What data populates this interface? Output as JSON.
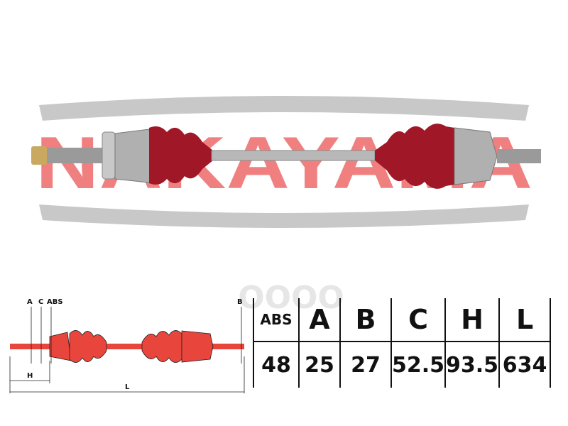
{
  "brand": {
    "name": "NAKAYAMA",
    "color": "#f08080",
    "stripe_color": "#c8c8c8"
  },
  "watermark": {
    "text": "ОООО",
    "color": "#e6e6e6"
  },
  "product": {
    "part_color": "#a01828",
    "metal_color": "#b0b0b0"
  },
  "diagram": {
    "labels": {
      "a": "A",
      "c": "C",
      "abs": "ABS",
      "b": "B",
      "h": "H",
      "l": "L"
    },
    "shaft_color": "#e8453c"
  },
  "specs": {
    "headers": [
      "ABS",
      "A",
      "B",
      "C",
      "H",
      "L"
    ],
    "values": [
      "48",
      "25",
      "27",
      "52.5",
      "93.5",
      "634"
    ]
  }
}
